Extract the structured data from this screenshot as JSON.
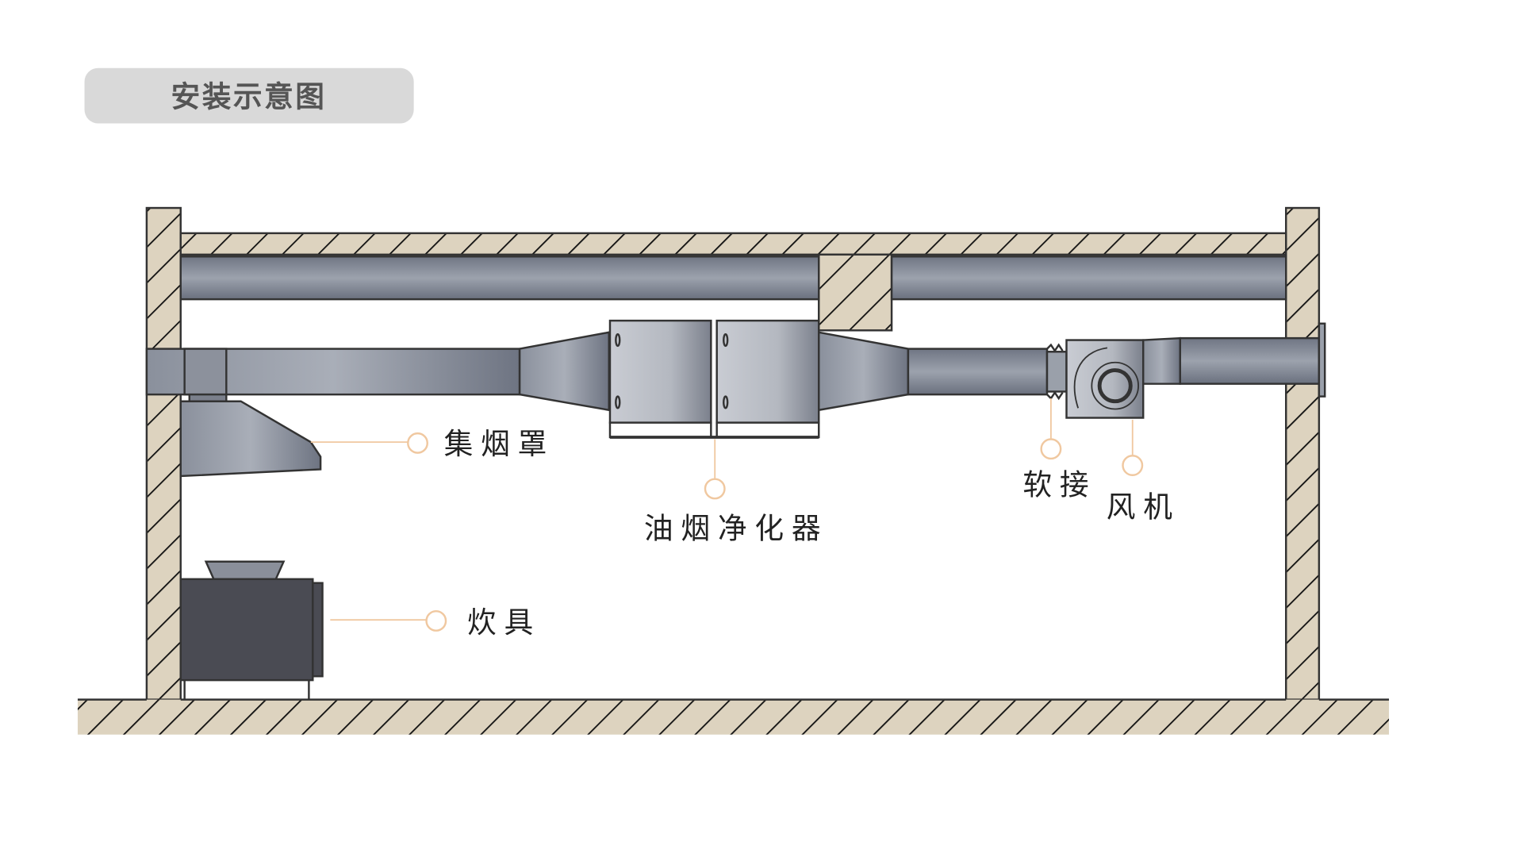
{
  "title": "安装示意图",
  "labels": {
    "hood": "集烟罩",
    "purifier": "油烟净化器",
    "flex_joint": "软接",
    "fan": "风机",
    "stove": "炊具"
  },
  "colors": {
    "hatch_fill": "#ddd3bf",
    "duct": "#7c8290",
    "callout": "#f0c8a0",
    "title_bg": "#d9d9d9"
  }
}
